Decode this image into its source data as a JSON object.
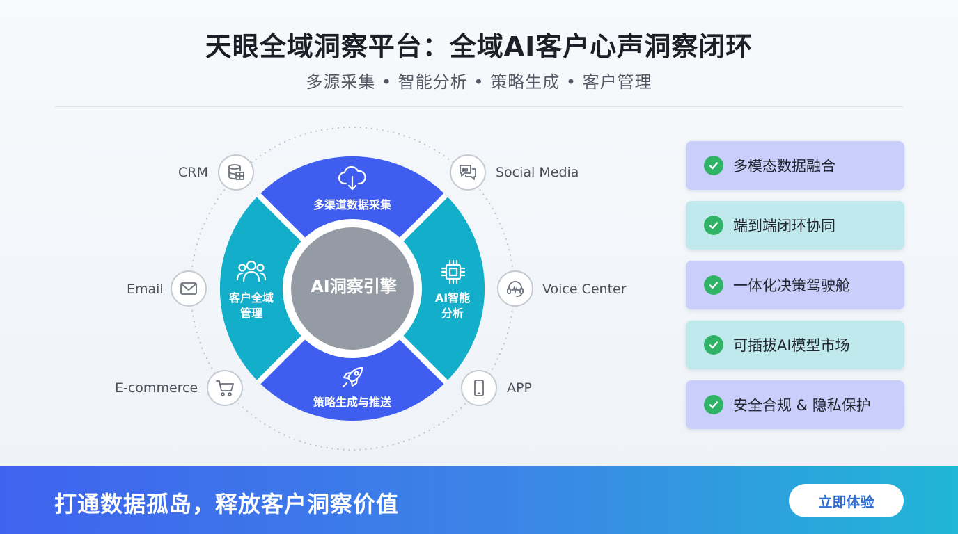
{
  "header": {
    "title": "天眼全域洞察平台：全域AI客户心声洞察闭环",
    "subtitle": "多源采集 • 智能分析 • 策略生成 • 客户管理"
  },
  "diagram": {
    "center": "AI洞察引擎",
    "segments": {
      "top": "多渠道数据采集",
      "right_line1": "AI智能",
      "right_line2": "分析",
      "bottom": "策略生成与推送",
      "left_line1": "客户全域",
      "left_line2": "管理"
    },
    "sources": {
      "crm": "CRM",
      "email": "Email",
      "ecommerce": "E-commerce",
      "social": "Social Media",
      "voice": "Voice Center",
      "app": "APP"
    }
  },
  "features": [
    {
      "label": "多模态数据融合",
      "color": "#c9cefb"
    },
    {
      "label": "端到端闭环协同",
      "color": "#bfe9ec"
    },
    {
      "label": "一体化决策驾驶舱",
      "color": "#c9cefb"
    },
    {
      "label": "可插拔AI模型市场",
      "color": "#bfe9ec"
    },
    {
      "label": "安全合规 & 隐私保护",
      "color": "#c9cefb"
    }
  ],
  "banner": {
    "text": "打通数据孤岛，释放客户洞察价值",
    "cta": "立即体验"
  },
  "colors": {
    "blue_segment": "#3f5ef0",
    "teal_segment": "#12aeca",
    "center": "#959ba4",
    "check": "#2fb366"
  }
}
